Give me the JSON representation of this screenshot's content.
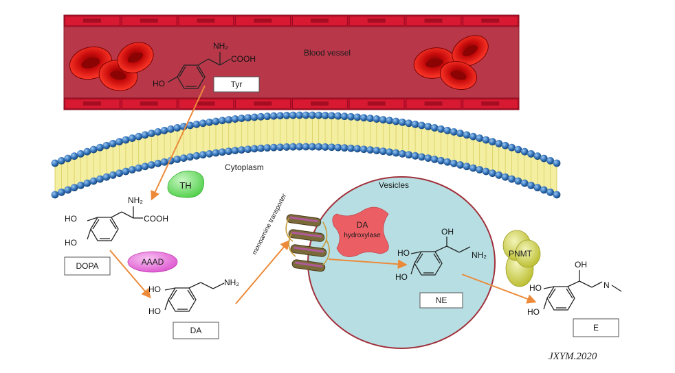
{
  "vessel": {
    "label": "Blood vessel"
  },
  "molecules": {
    "tyr": {
      "name": "Tyr",
      "amine": "NH₂",
      "acid": "COOH",
      "hydroxyl": "HO"
    },
    "dopa": {
      "name": "DOPA",
      "amine": "NH₂",
      "acid": "COOH",
      "ho1": "HO",
      "ho2": "HO"
    },
    "da": {
      "name": "DA",
      "amine": "NH₂",
      "ho1": "HO",
      "ho2": "HO"
    },
    "ne": {
      "name": "NE",
      "oh": "OH",
      "amine": "NH₂",
      "ho1": "HO",
      "ho2": "HO"
    },
    "e": {
      "name": "E",
      "oh": "OH",
      "amine": "N",
      "ho1": "HO",
      "ho2": "HO"
    }
  },
  "compartments": {
    "cytoplasm": "Cytoplasm",
    "vesicles": "Vesicles"
  },
  "enzymes": {
    "th": "TH",
    "aaad": "AAAD",
    "dbh_line1": "DA",
    "dbh_line2": "hydroxylase",
    "pnmt": "PNMT"
  },
  "transporter": {
    "label": "monoamine transporter"
  },
  "watermark": "JXYM.2020",
  "colors": {
    "vessel": "#b8384a",
    "vessel_band": "#c8102e",
    "rbc": "#d10f10",
    "membrane_head": "#2f6fb6",
    "membrane_tail": "#f3eea0",
    "vesicle_fill": "#b7dfe3",
    "vesicle_border": "#a1303a",
    "arrow": "#ec8a3a",
    "th": "#6fdc6a",
    "aaad": "#e86fd9",
    "dbh": "#f0545a",
    "pnmt": "#d6d84a"
  }
}
